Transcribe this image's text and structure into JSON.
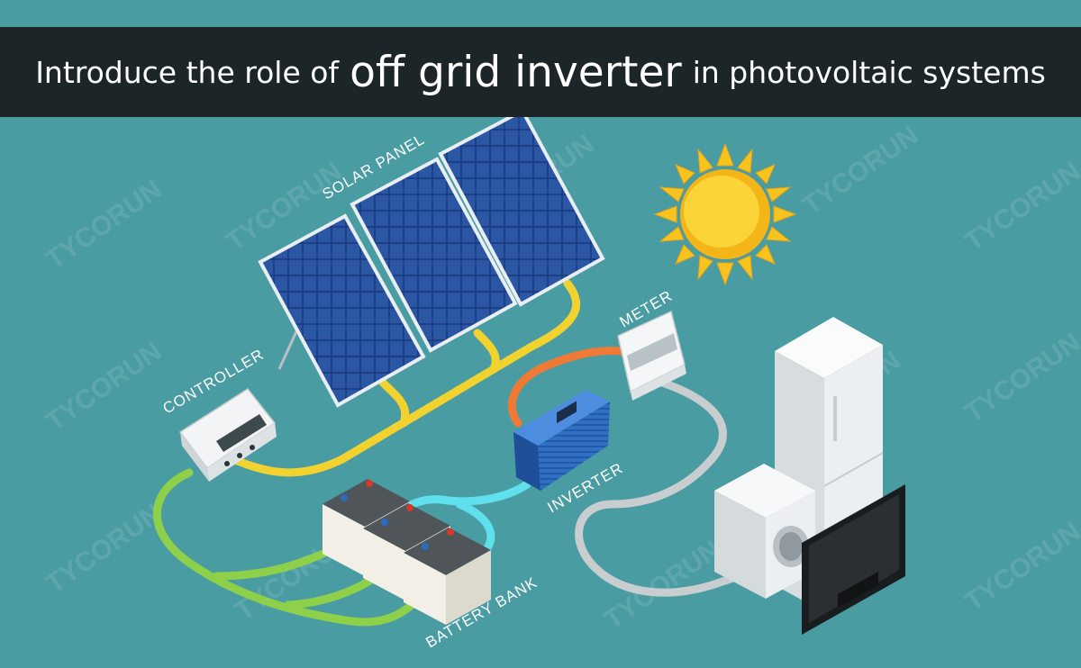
{
  "title": {
    "lead": "Introduce the role of",
    "emphasis": "off grid inverter",
    "tail": "in photovoltaic systems"
  },
  "labels": {
    "solar_panel": "SOLAR PANEL",
    "controller": "CONTROLLER",
    "meter": "METER",
    "inverter": "INVERTER",
    "battery_bank": "BATTERY BANK"
  },
  "watermark": "TYCORUN",
  "colors": {
    "background": "#4a9ca3",
    "title_bar": "#1c2628",
    "cable_pv": "#f2d22e",
    "cable_battery": "#8ed04a",
    "cable_inverter": "#5fe0ec",
    "cable_meter": "#ee7a35",
    "cable_load": "#c8cdd0",
    "panel_blue": "#1d3f86",
    "inverter_blue": "#2f6fc4",
    "sun": "#f7c41f"
  }
}
